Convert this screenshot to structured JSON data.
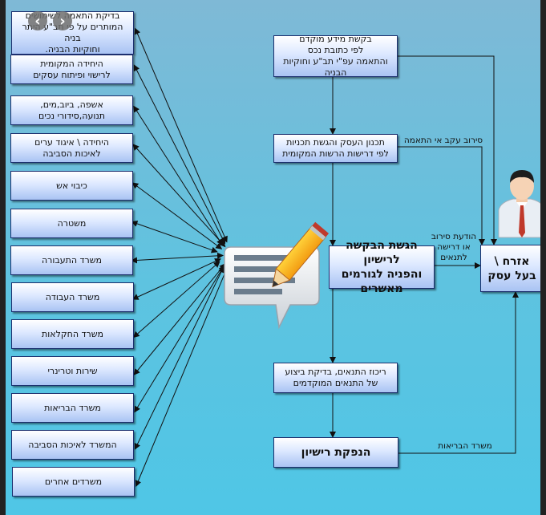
{
  "left_column": [
    {
      "id": "l0",
      "text": "בדיקת התאמה לשימושים\nהמותרים על פי תב\"ע  היתר בניה\nוחוקיות הבניה."
    },
    {
      "id": "l1",
      "text": "היחידה המקומית\nלרישוי ופיתוח עסקים"
    },
    {
      "id": "l2",
      "text": "אשפה, ביוב,מים,\nתנועה,סידורי נכים"
    },
    {
      "id": "l3",
      "text": "היחידה \\ איגוד ערים\nלאיכות הסביבה"
    },
    {
      "id": "l4",
      "text": "כיבוי אש"
    },
    {
      "id": "l5",
      "text": "משטרה"
    },
    {
      "id": "l6",
      "text": "משרד התעבורה"
    },
    {
      "id": "l7",
      "text": "משרד העבודה"
    },
    {
      "id": "l8",
      "text": "משרד החקלאות"
    },
    {
      "id": "l9",
      "text": "שירות וטרינרי"
    },
    {
      "id": "l10",
      "text": "משרד הבריאות"
    },
    {
      "id": "l11",
      "text": "המשרד לאיכות הסביבה"
    },
    {
      "id": "l12",
      "text": "משרדים אחרים"
    }
  ],
  "flow": {
    "step1": "בקשת מידע מוקדם\nלפי כתובת נכס\nוהתאמה עפ\"י תב\"ע וחוקיות הבניה",
    "step2": "תכנון העסק והגשת תכניות\nלפי דרישות הרשות המקומית",
    "step3": "הגשת הבקשה לרישיון\nוהפניה לגורמים\nמאשרים",
    "step4": "ריכוז התנאים, בדיקת ביצוע\nשל התנאים המוקדמים",
    "step5": "הנפקת רישיון",
    "citizen": "אזרח \\\nבעל עסק"
  },
  "labels": {
    "refusal": "סירוב עקב אי התאמה",
    "notice": "הודעת סירוב\nאו דרישה\nלתנאים",
    "health": "משרד הבריאות"
  },
  "nav": {
    "prev": "‹",
    "next": "›"
  },
  "colors": {
    "background": "#5ec3e0",
    "box_border": "#1c2f6e",
    "arrow": "#111111"
  }
}
